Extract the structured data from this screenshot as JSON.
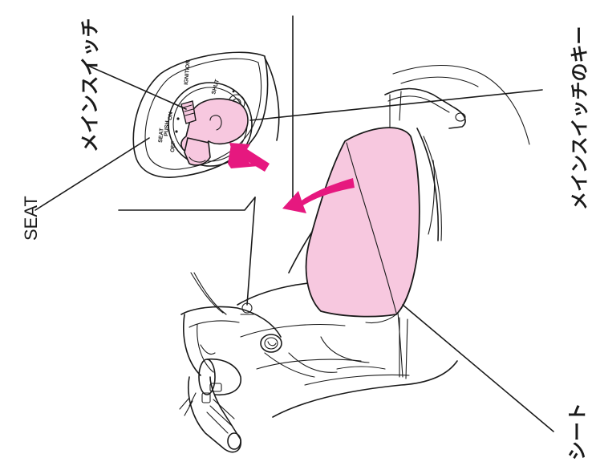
{
  "callouts": {
    "main_switch": "メインスイッチ",
    "main_switch_key": "メインスイッチのキー",
    "seat_position": "SEAT",
    "seat": "シート"
  },
  "switch_markings": {
    "ignition": "IGNITION",
    "shut": "SHUT",
    "on": "ON",
    "seat": "SEAT",
    "push": "PUSH",
    "off": "OFF"
  },
  "colors": {
    "highlight_pink": "#f7c8df",
    "arrow_magenta": "#e6187f",
    "line": "#1a1a1a"
  }
}
